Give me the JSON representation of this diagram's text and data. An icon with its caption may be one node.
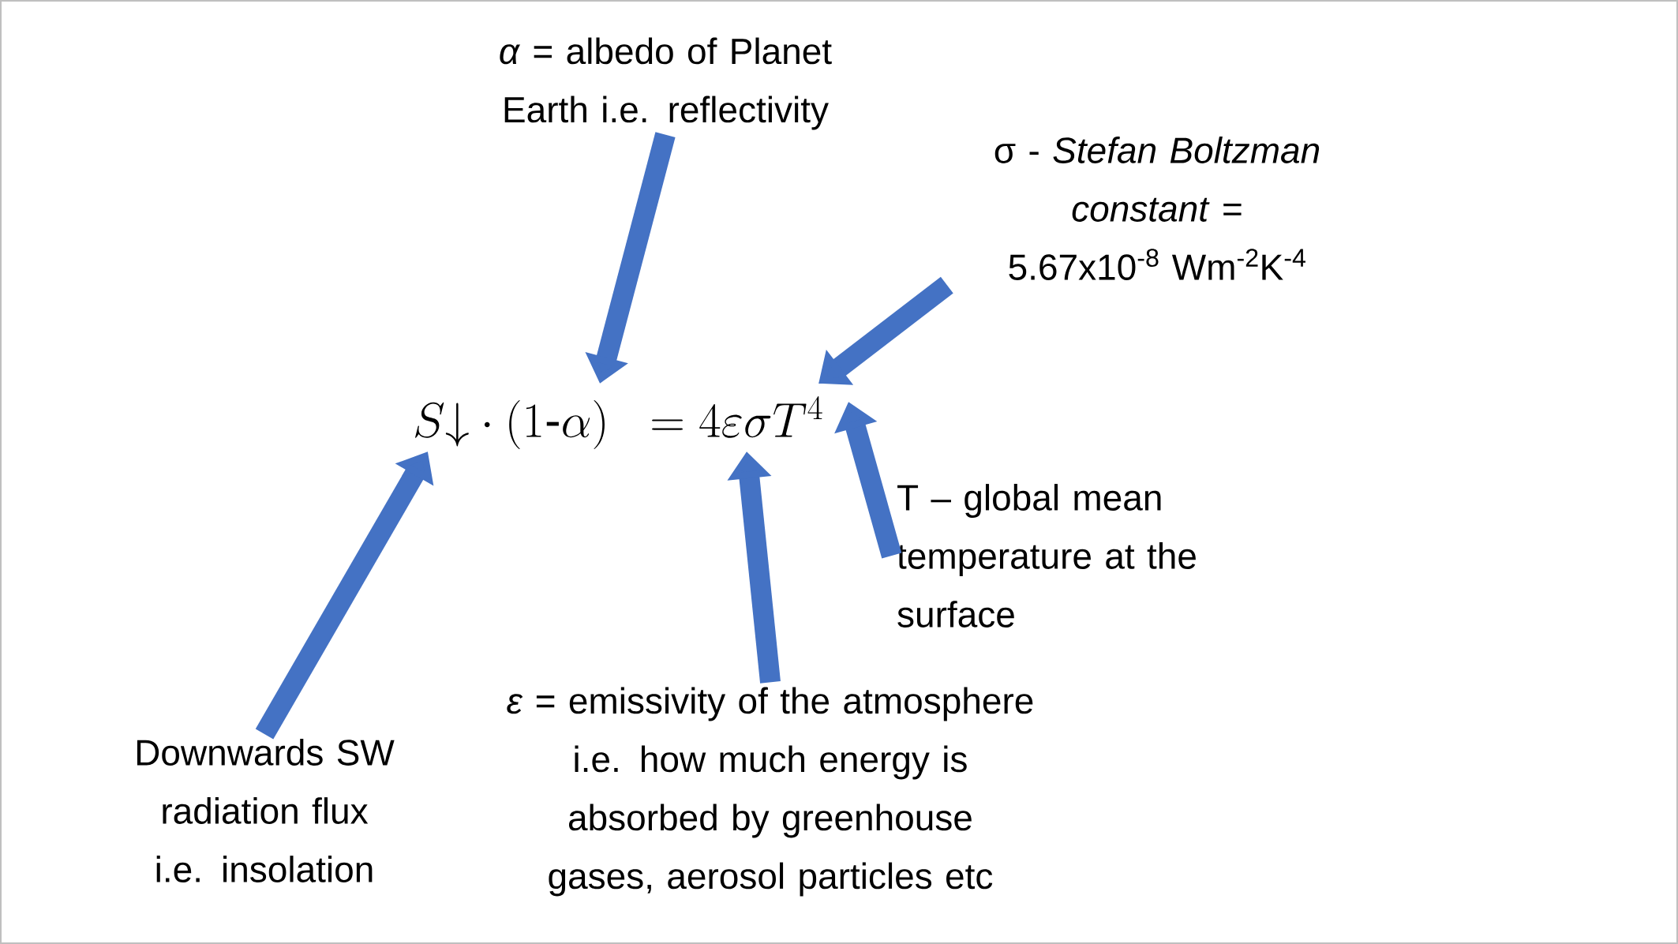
{
  "diagram": {
    "nodes": [
      {
        "text": [
          "S{\\downarrow} \\cdot (1\\text{-}\\alpha)\\;\\; = 4\\varepsilon\\sigma T^{4}"
        ]
      },
      {
        "text": [
          "*α* = albedo of Planet Earth i.e. reflectivity"
        ]
      },
      {
        "text": [
          "σ - *Stefan Boltzman constant* = 5.67x10$^{-8}$ Wm$^{-2}$K$^{-4}$"
        ]
      },
      {
        "text": [
          "T – global mean temperature at the surface"
        ]
      },
      {
        "text": [
          "*ε* = emissivity of the atmosphere i.e. how much energy is absorbed by greenhouse gases, aerosol particles etc"
        ]
      },
      {
        "text": [
          "Downwards SW radiation flux i.e. insolation"
        ]
      }
    ],
    "edges": [
      {
        "from": 1,
        "to": 0,
        "arrow": "to"
      },
      {
        "from": 2,
        "to": 0,
        "arrow": "to"
      },
      {
        "from": 3,
        "to": 0,
        "arrow": "to"
      },
      {
        "from": 4,
        "to": 0,
        "arrow": "to"
      },
      {
        "from": 5,
        "to": 0,
        "arrow": "to"
      }
    ]
  }
}
